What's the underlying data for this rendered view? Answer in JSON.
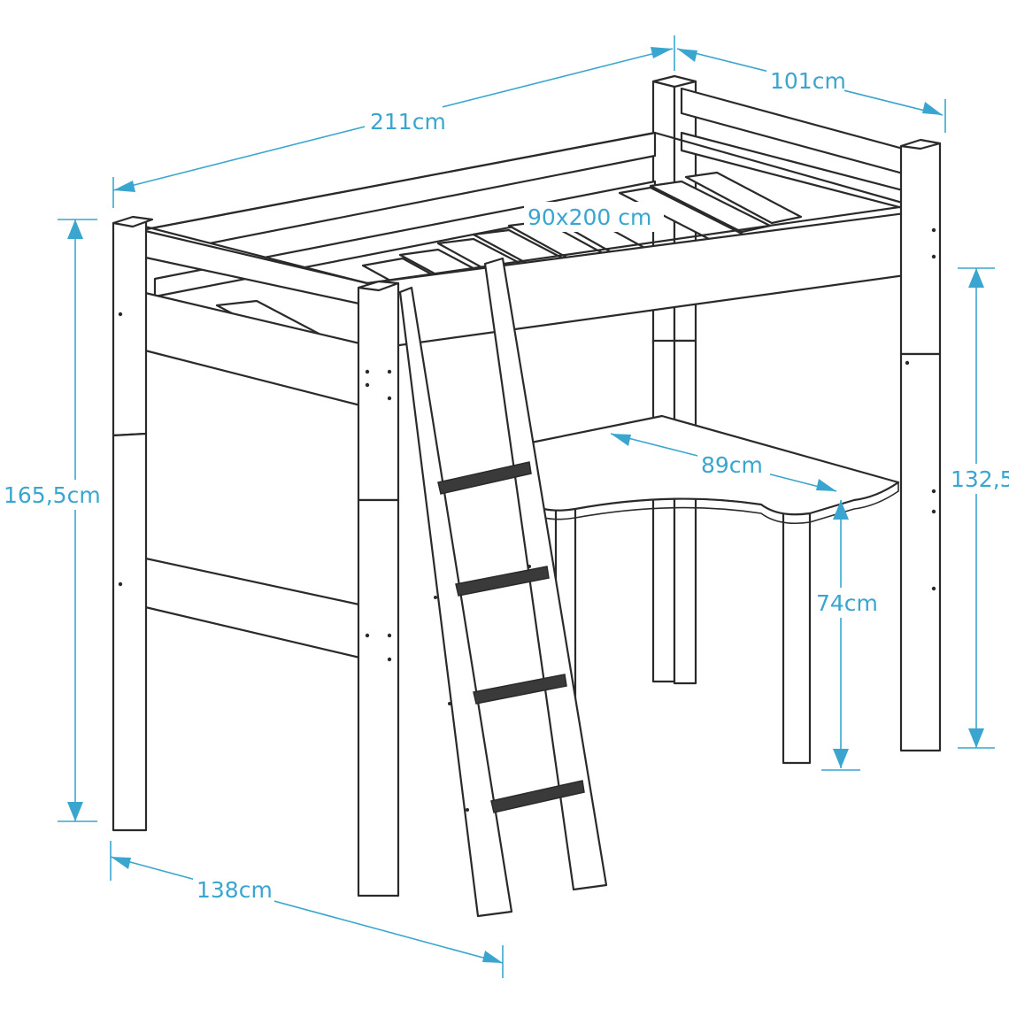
{
  "dimensions": {
    "length": "211cm",
    "width": "101cm",
    "mattress": "90x200 cm",
    "total_height": "165,5cm",
    "under_bed_height": "132,5",
    "depth_base": "138cm",
    "desk_width": "89cm",
    "desk_height": "74cm"
  },
  "colors": {
    "dimension": "#3aa6cf",
    "line": "#2a2a2a"
  }
}
